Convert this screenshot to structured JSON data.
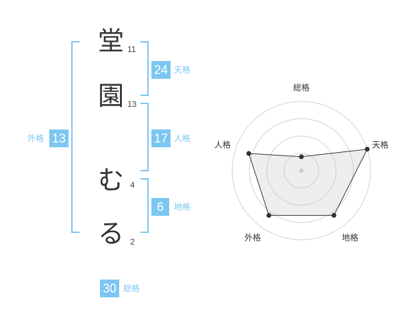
{
  "characters": [
    {
      "char": "堂",
      "strokes": "11"
    },
    {
      "char": "園",
      "strokes": "13"
    },
    {
      "char": "む",
      "strokes": "4"
    },
    {
      "char": "る",
      "strokes": "2"
    }
  ],
  "fortunes": {
    "tenkaku": {
      "value": "24",
      "label": "天格"
    },
    "jinkaku": {
      "value": "17",
      "label": "人格"
    },
    "chikaku": {
      "value": "6",
      "label": "地格"
    },
    "gaikaku": {
      "value": "13",
      "label": "外格"
    },
    "soukaku": {
      "value": "30",
      "label": "総格"
    }
  },
  "colors": {
    "accent": "#7cc6f2",
    "text": "#333333"
  },
  "chart_data": {
    "type": "radar",
    "axes": [
      "総格",
      "天格",
      "地格",
      "外格",
      "人格"
    ],
    "values": [
      1,
      5,
      4,
      4,
      4
    ],
    "max": 5,
    "rings": 4
  }
}
